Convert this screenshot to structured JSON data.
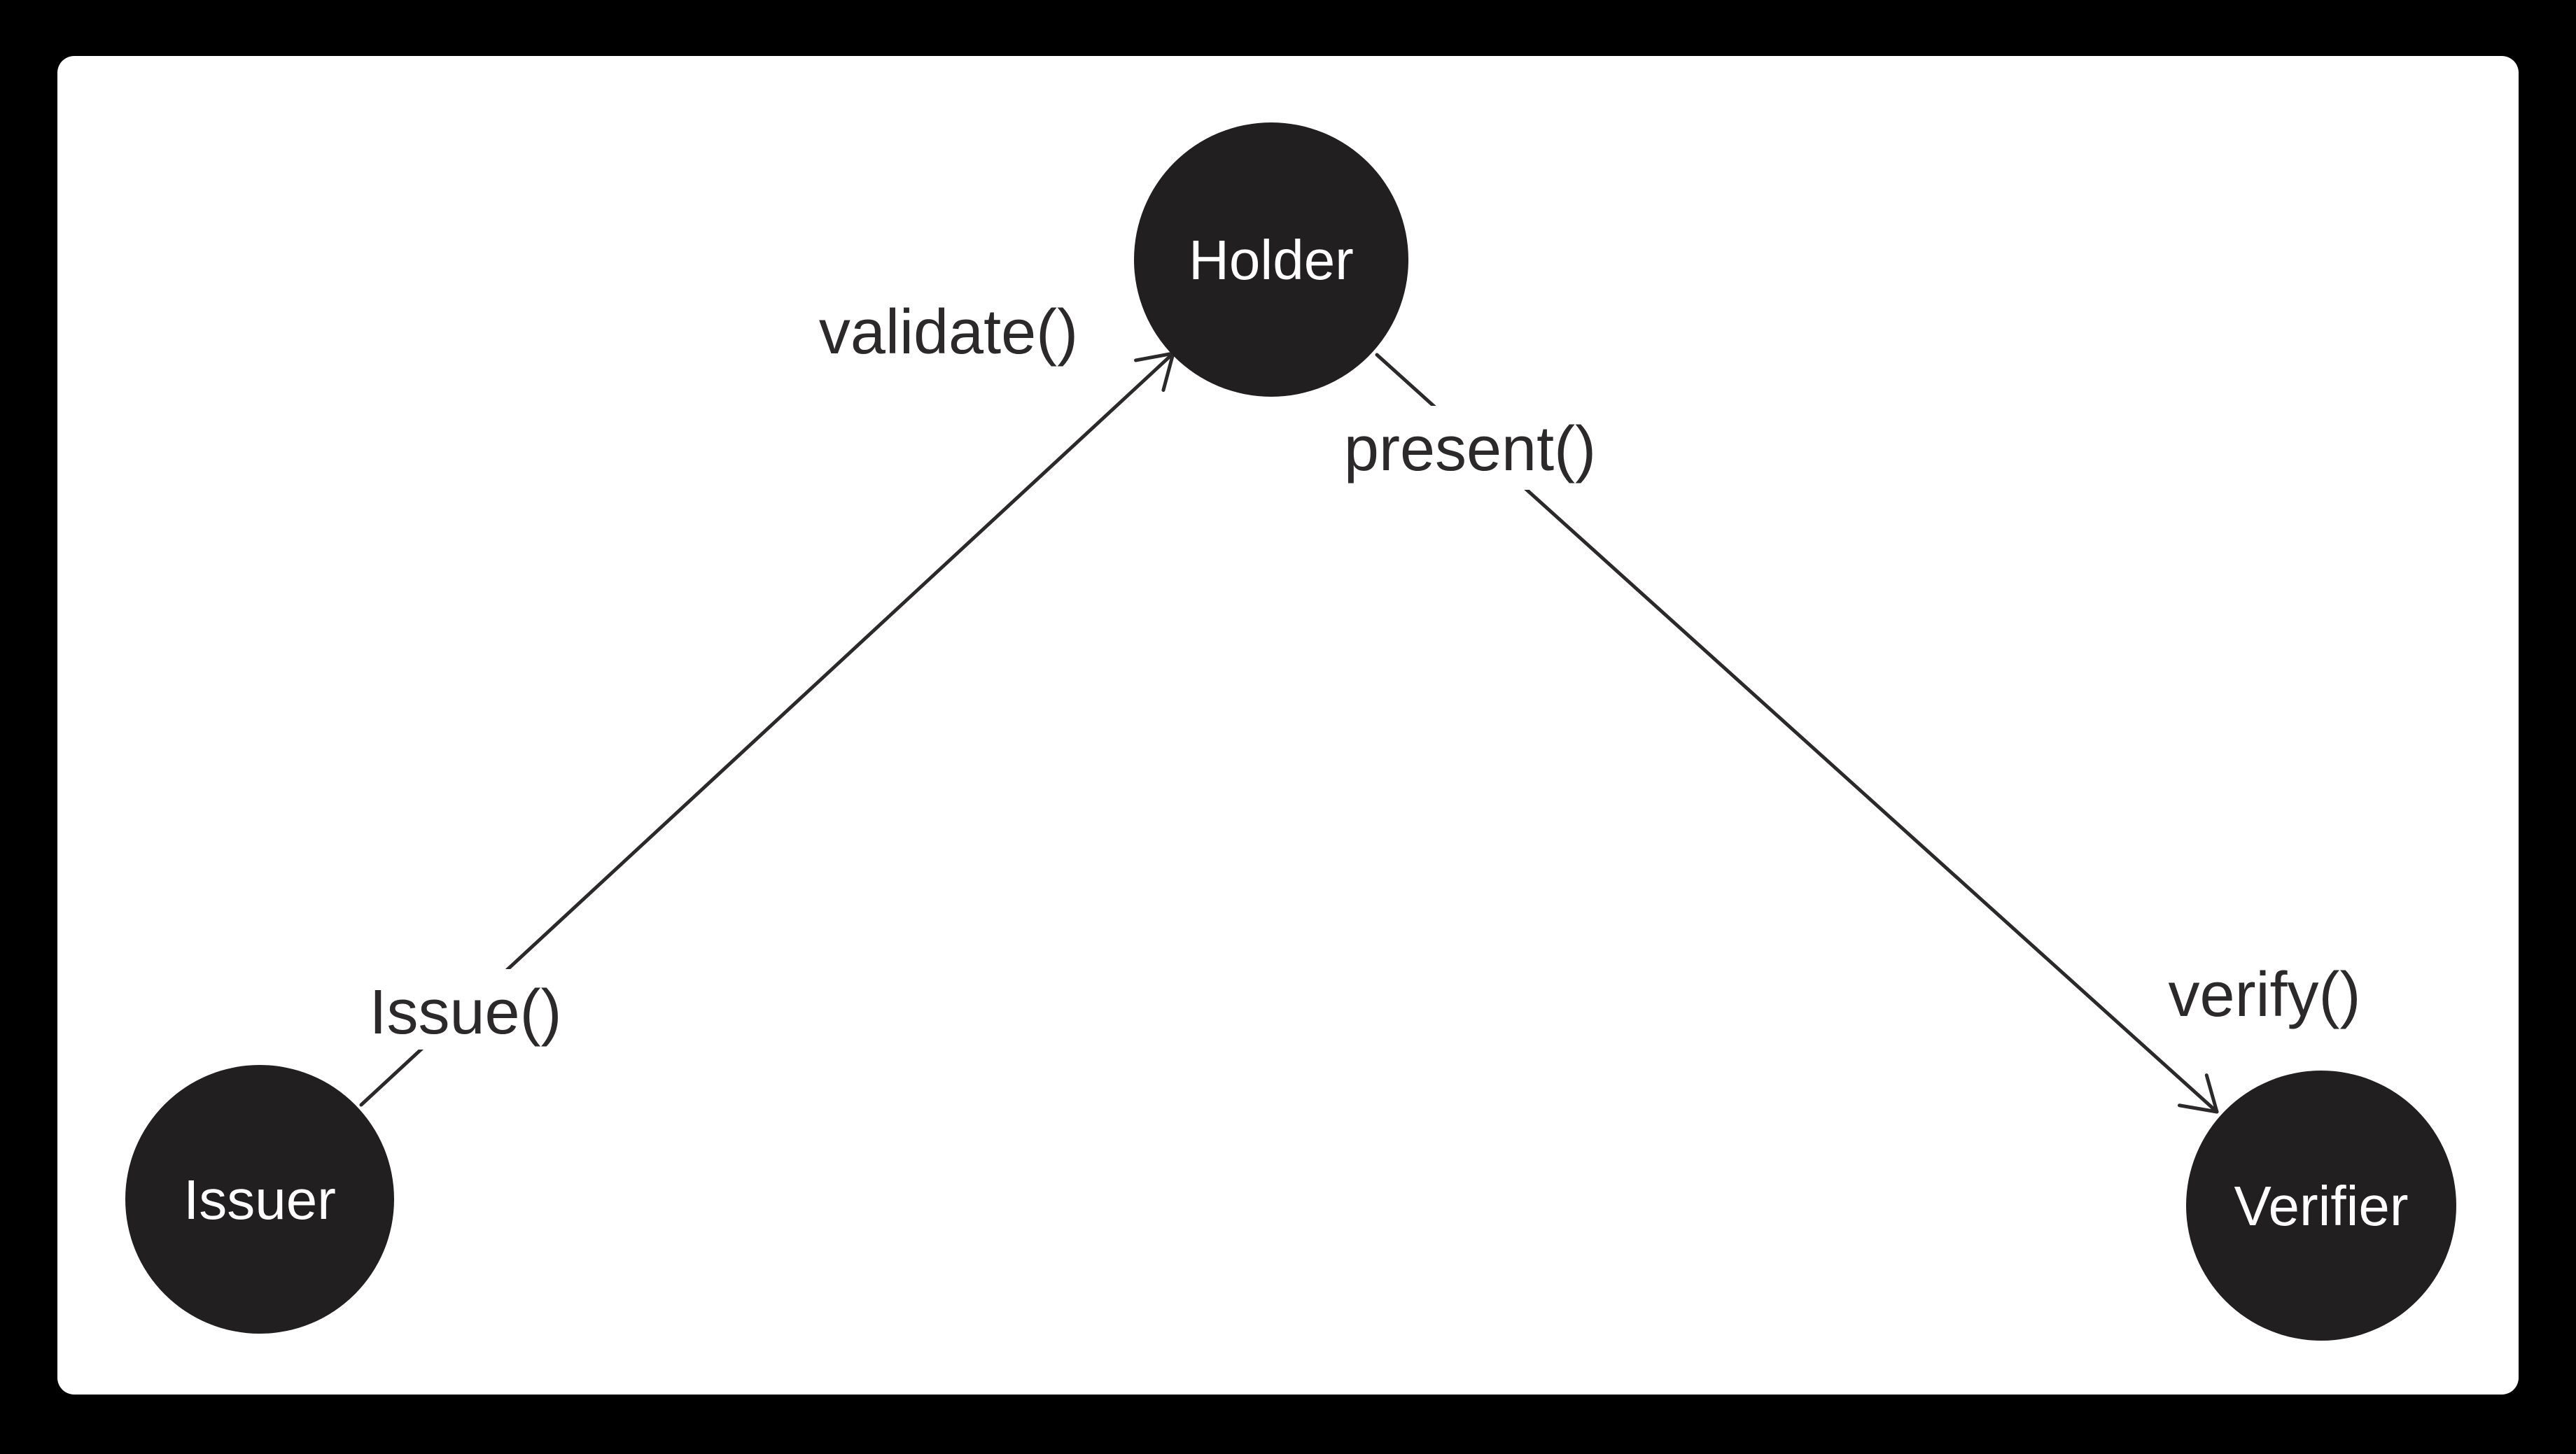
{
  "colors": {
    "background": "#000000",
    "panel": "#ffffff",
    "node_fill": "#221f20",
    "node_text": "#ffffff",
    "edge": "#2b2929",
    "edge_text": "#2b2929"
  },
  "diagram": {
    "nodes": [
      {
        "id": "issuer",
        "label": "Issuer"
      },
      {
        "id": "holder",
        "label": "Holder"
      },
      {
        "id": "verifier",
        "label": "Verifier"
      }
    ],
    "edges": [
      {
        "from": "Issuer",
        "to": "Holder",
        "source_label": "Issue()",
        "target_label": "validate()"
      },
      {
        "from": "Holder",
        "to": "Verifier",
        "source_label": "present()",
        "target_label": "verify()"
      }
    ]
  }
}
